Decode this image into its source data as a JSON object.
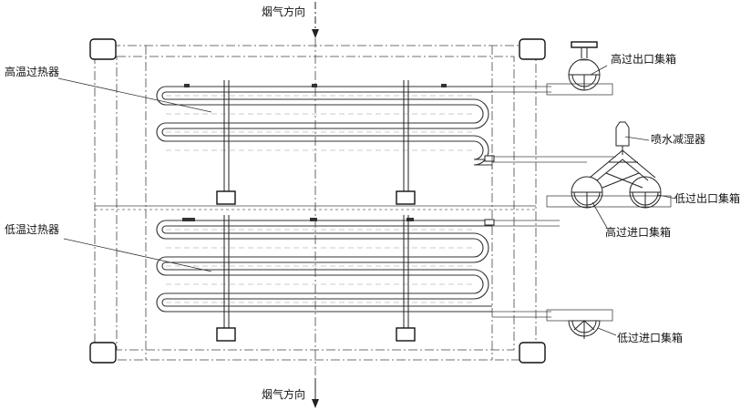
{
  "labels": {
    "gas_flow_top": "烟气方向",
    "gas_flow_bottom": "烟气方向",
    "hts": "高温过热器",
    "lts": "低温过热器",
    "hts_outlet_header": "高过出口集箱",
    "spray_desuperheater": "喷水减湿器",
    "lts_outlet_header": "低过出口集箱",
    "hts_inlet_header": "高过进口集箱",
    "lts_inlet_header": "低过进口集箱"
  }
}
